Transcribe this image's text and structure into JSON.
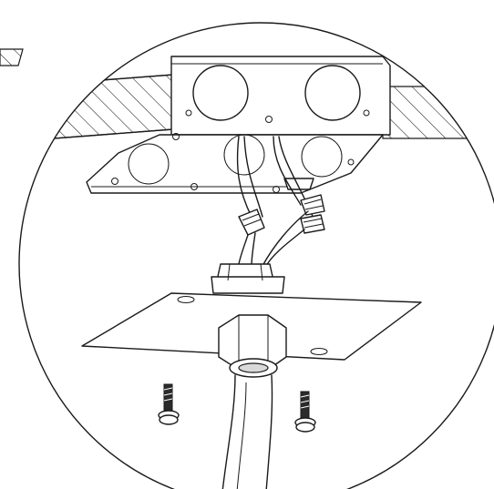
{
  "figure": {
    "kind": "installation-detail-illustration",
    "line_color": "#1a1a1a",
    "background": "#ffffff"
  },
  "parts": [
    {
      "id": "ceiling-joist",
      "icon": "hatched-ceiling"
    },
    {
      "id": "junction-box",
      "icon": "box-with-knockouts"
    },
    {
      "id": "crossbar",
      "icon": "mounting-bracket"
    },
    {
      "id": "wire-nuts",
      "icon": "wire-connector",
      "count": 3
    },
    {
      "id": "canopy-plate",
      "icon": "mounting-plate"
    },
    {
      "id": "conduit-nut",
      "icon": "hex-nut"
    },
    {
      "id": "mounting-screws",
      "icon": "screw",
      "count": 2
    },
    {
      "id": "fixture-cord",
      "icon": "cable"
    }
  ]
}
